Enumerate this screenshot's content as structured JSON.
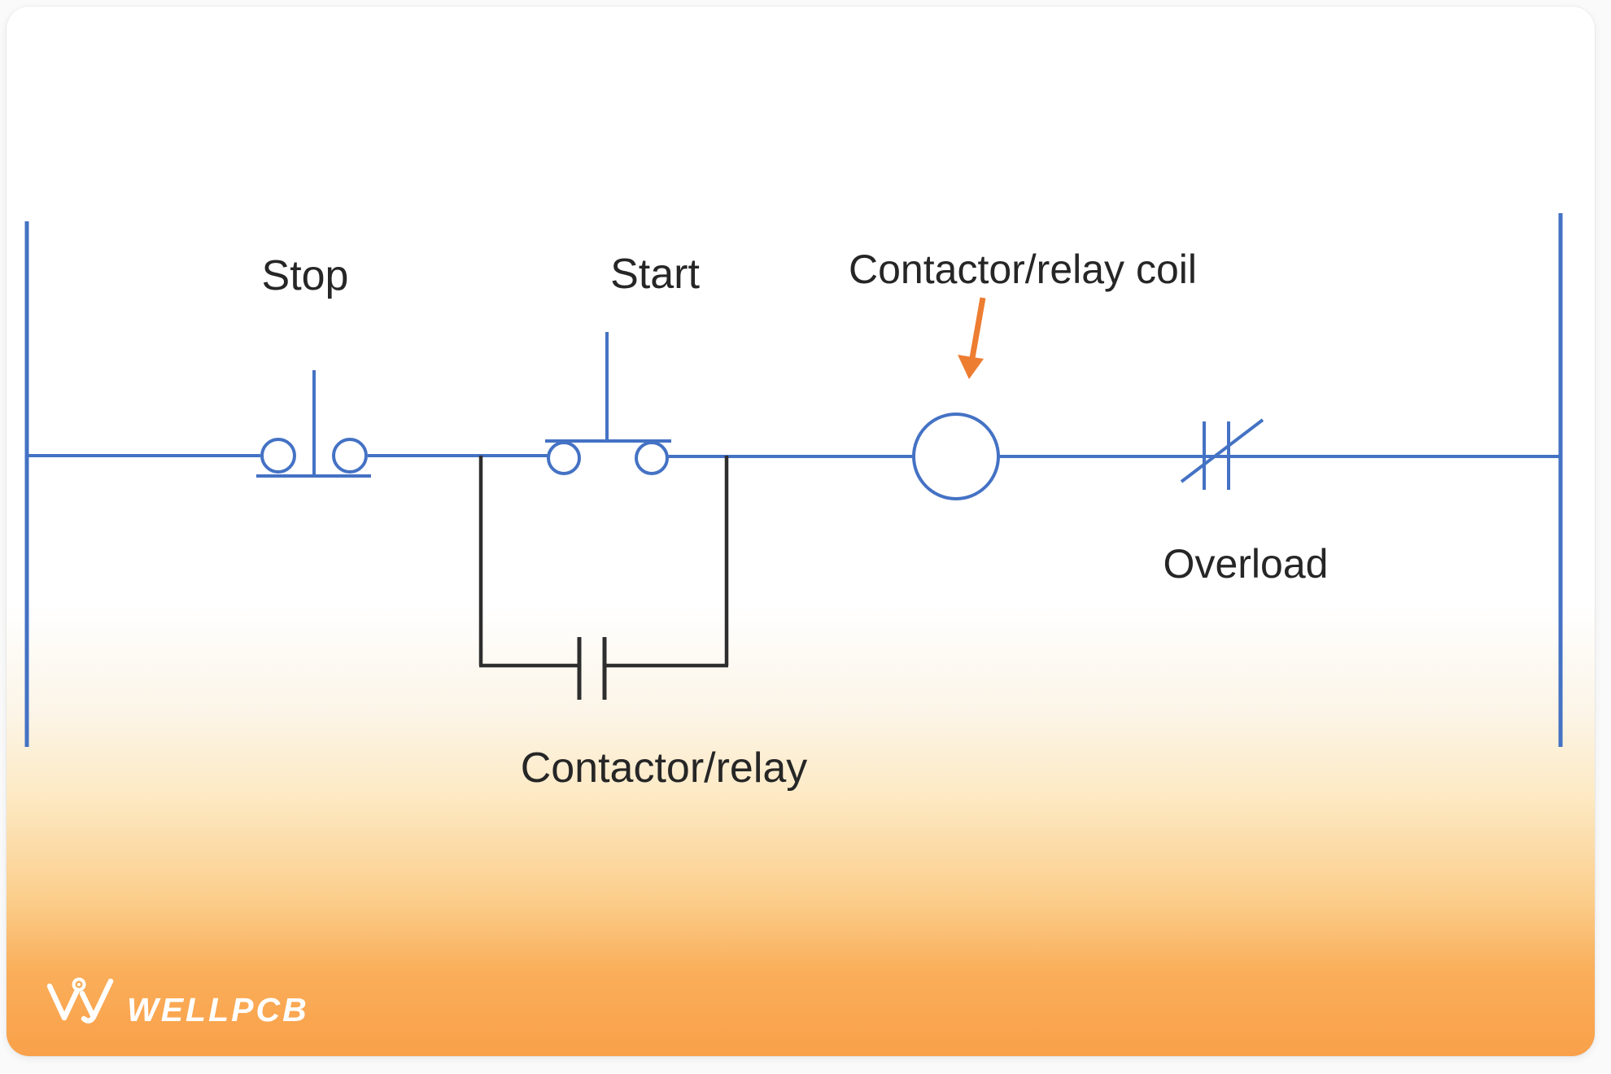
{
  "diagram": {
    "labels": {
      "stop": "Stop",
      "start": "Start",
      "coil": "Contactor/relay coil",
      "overload": "Overload",
      "relay_contact": "Contactor/relay"
    }
  },
  "branding": {
    "logo_text": "WELLPCB"
  },
  "colors": {
    "wire": "#4472C4",
    "branch": "#2e2e2e",
    "arrow": "#ED7D31",
    "label": "#262626",
    "card_orange": "#f9a04a",
    "logo": "#ffffff"
  }
}
